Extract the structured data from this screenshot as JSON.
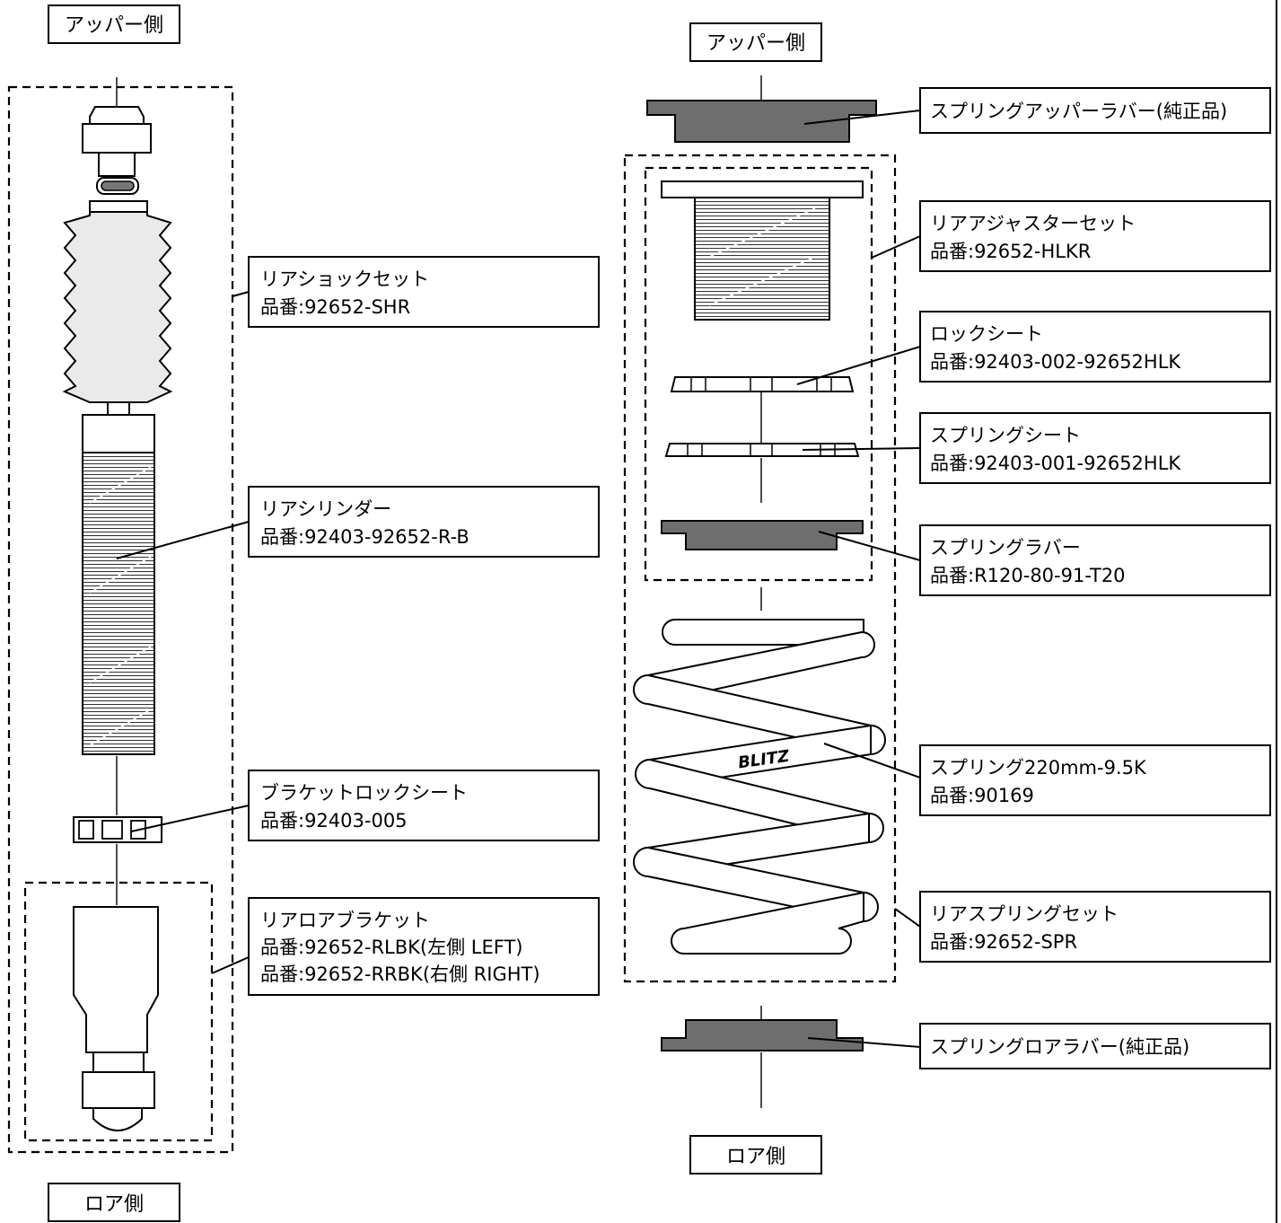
{
  "left_column": {
    "top_label": "アッパー側",
    "bottom_label": "ロア側"
  },
  "right_column": {
    "top_label": "アッパー側",
    "bottom_label": "ロア側"
  },
  "callouts": {
    "rear_shock_set": {
      "line1": "リアショックセット",
      "line2": "品番:92652-SHR"
    },
    "rear_cylinder": {
      "line1": "リアシリンダー",
      "line2": "品番:92403-92652-R-B"
    },
    "bracket_lock_seat": {
      "line1": "ブラケットロックシート",
      "line2": "品番:92403-005"
    },
    "rear_lower_bracket": {
      "line1": "リアロアブラケット",
      "line2": "品番:92652-RLBK(左側 LEFT)",
      "line3": "品番:92652-RRBK(右側 RIGHT)"
    },
    "spring_upper_rubber": {
      "line1": "スプリングアッパーラバー(純正品)"
    },
    "rear_adjuster_set": {
      "line1": "リアアジャスターセット",
      "line2": "品番:92652-HLKR"
    },
    "lock_seat": {
      "line1": "ロックシート",
      "line2": "品番:92403-002-92652HLK"
    },
    "spring_seat": {
      "line1": "スプリングシート",
      "line2": "品番:92403-001-92652HLK"
    },
    "spring_rubber": {
      "line1": "スプリングラバー",
      "line2": "品番:R120-80-91-T20"
    },
    "spring": {
      "line1": "スプリング220mm-9.5K",
      "line2": "品番:90169"
    },
    "rear_spring_set": {
      "line1": "リアスプリングセット",
      "line2": "品番:92652-SPR"
    },
    "spring_lower_rubber": {
      "line1": "スプリングロアラバー(純正品)"
    }
  },
  "logo_text": "BLITZ",
  "colors": {
    "rubber": "#6e6e6e",
    "boot": "#eaeaea",
    "outline": "#000000",
    "background": "#ffffff"
  }
}
